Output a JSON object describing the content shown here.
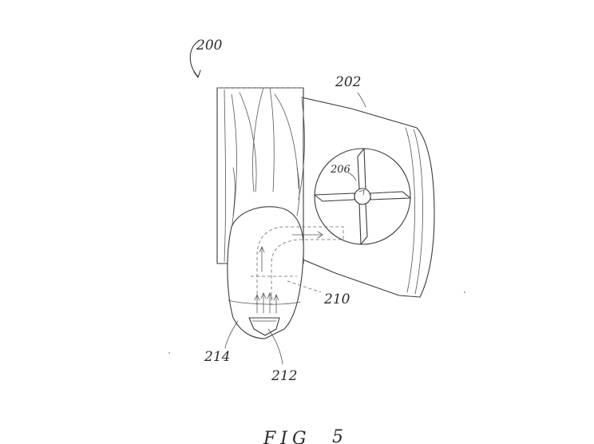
{
  "labels": {
    "assembly": "200",
    "housing": "202",
    "fan": "206",
    "airflow": "210",
    "outlet": "212",
    "nozzle": "214"
  },
  "caption": {
    "word": "FIG",
    "number": "5"
  }
}
